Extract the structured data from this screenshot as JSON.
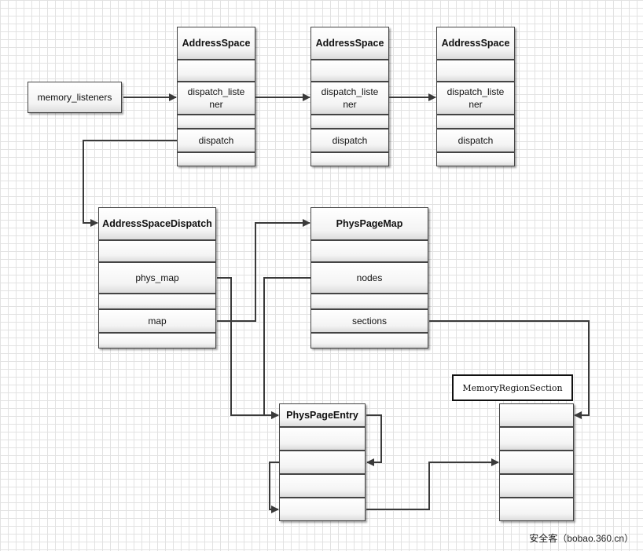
{
  "memory_listeners": {
    "label": "memory_listeners"
  },
  "address_spaces": [
    {
      "title": "AddressSpace",
      "dispatch_listener": "dispatch_liste\nner",
      "dispatch": "dispatch"
    },
    {
      "title": "AddressSpace",
      "dispatch_listener": "dispatch_liste\nner",
      "dispatch": "dispatch"
    },
    {
      "title": "AddressSpace",
      "dispatch_listener": "dispatch_liste\nner",
      "dispatch": "dispatch"
    }
  ],
  "address_space_dispatch": {
    "title": "AddressSpaceDispatch",
    "phys_map": "phys_map",
    "map": "map"
  },
  "phys_page_map": {
    "title": "PhysPageMap",
    "nodes": "nodes",
    "sections": "sections"
  },
  "phys_page_entry": {
    "title": "PhysPageEntry"
  },
  "memory_region_section": {
    "title": "MemoryRegionSection"
  },
  "watermark": "安全客（bobao.360.cn）",
  "colors": {
    "line": "#3a3a3a",
    "border": "#444444",
    "grid": "#e2e2e2"
  }
}
